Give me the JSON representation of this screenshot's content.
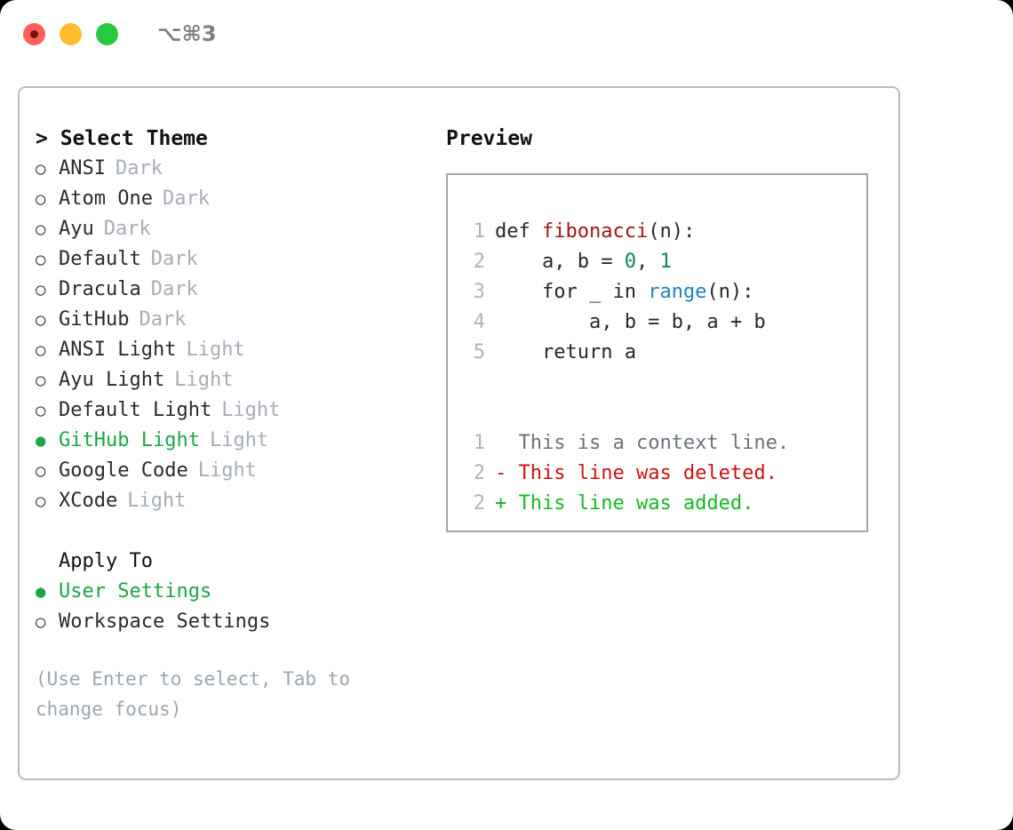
{
  "titlebar": {
    "shortcut": "⌥⌘3",
    "buttons": [
      {
        "name": "close",
        "color": "#ff6059"
      },
      {
        "name": "minimize",
        "color": "#ffbd2e"
      },
      {
        "name": "maximize",
        "color": "#28c840"
      }
    ]
  },
  "theme_picker": {
    "heading": "> Select Theme",
    "items": [
      {
        "marker": "○",
        "label": "ANSI",
        "variant": "Dark",
        "selected": false
      },
      {
        "marker": "○",
        "label": "Atom One",
        "variant": "Dark",
        "selected": false
      },
      {
        "marker": "○",
        "label": "Ayu",
        "variant": "Dark",
        "selected": false
      },
      {
        "marker": "○",
        "label": "Default",
        "variant": "Dark",
        "selected": false
      },
      {
        "marker": "○",
        "label": "Dracula",
        "variant": "Dark",
        "selected": false
      },
      {
        "marker": "○",
        "label": "GitHub",
        "variant": "Dark",
        "selected": false
      },
      {
        "marker": "○",
        "label": "ANSI Light",
        "variant": "Light",
        "selected": false
      },
      {
        "marker": "○",
        "label": "Ayu Light",
        "variant": "Light",
        "selected": false
      },
      {
        "marker": "○",
        "label": "Default Light",
        "variant": "Light",
        "selected": false
      },
      {
        "marker": "●",
        "label": "GitHub Light",
        "variant": "Light",
        "selected": true
      },
      {
        "marker": "○",
        "label": "Google Code",
        "variant": "Light",
        "selected": false
      },
      {
        "marker": "○",
        "label": "XCode",
        "variant": "Light",
        "selected": false
      }
    ]
  },
  "apply_to": {
    "heading": "Apply To",
    "items": [
      {
        "marker": "●",
        "label": "User Settings",
        "selected": true
      },
      {
        "marker": "○",
        "label": "Workspace Settings",
        "selected": false
      }
    ]
  },
  "hint": "(Use Enter to select, Tab to change focus)",
  "preview": {
    "title": "Preview",
    "code": [
      {
        "num": "1",
        "parts": [
          {
            "text": "def ",
            "style": "plain"
          },
          {
            "text": "fibonacci",
            "style": "fn"
          },
          {
            "text": "(n):",
            "style": "plain"
          }
        ]
      },
      {
        "num": "2",
        "parts": [
          {
            "text": "    a, b = ",
            "style": "plain"
          },
          {
            "text": "0",
            "style": "num"
          },
          {
            "text": ", ",
            "style": "plain"
          },
          {
            "text": "1",
            "style": "num"
          }
        ]
      },
      {
        "num": "3",
        "parts": [
          {
            "text": "    for _ in ",
            "style": "plain"
          },
          {
            "text": "range",
            "style": "call"
          },
          {
            "text": "(n):",
            "style": "plain"
          }
        ]
      },
      {
        "num": "4",
        "parts": [
          {
            "text": "        a, b = b, a + b",
            "style": "plain"
          }
        ]
      },
      {
        "num": "5",
        "parts": [
          {
            "text": "    return a",
            "style": "plain"
          }
        ]
      }
    ],
    "diff": [
      {
        "num": "1",
        "sign": "  ",
        "text": "This is a context line.",
        "kind": "context"
      },
      {
        "num": "2",
        "sign": "- ",
        "text": "This line was deleted.",
        "kind": "deleted"
      },
      {
        "num": "2",
        "sign": "+ ",
        "text": "This line was added.",
        "kind": "added"
      }
    ]
  },
  "colors": {
    "accent_green": "#1aa744",
    "muted": "#a6adb8",
    "hint": "#9aa5b1",
    "panel_border": "#b3bdc9",
    "preview_border": "#9aa7b5",
    "fn_red": "#a31515",
    "number_teal": "#098658",
    "call_blue": "#1a85c4",
    "diff_deleted": "#cc1111",
    "diff_added": "#11bb22",
    "diff_context": "#6a737d"
  }
}
